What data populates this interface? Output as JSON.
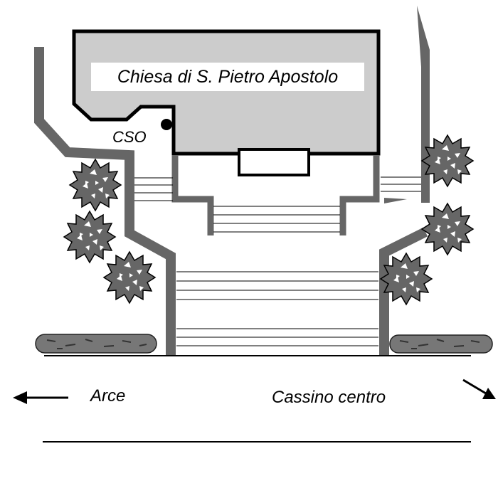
{
  "church": {
    "label": "Chiesa di S. Pietro Apostolo"
  },
  "marker": {
    "label": "CSO"
  },
  "directions": {
    "left": {
      "label": "Arce",
      "arrow": "arrow-left"
    },
    "right": {
      "label": "Cassino centro",
      "arrow": "arrow-down-right"
    }
  },
  "colors": {
    "building_fill": "#cccccc",
    "building_outline": "#000000",
    "walls": "#666666",
    "trees": "#666666",
    "hedges": "#777777",
    "road_lines": "#000000"
  }
}
